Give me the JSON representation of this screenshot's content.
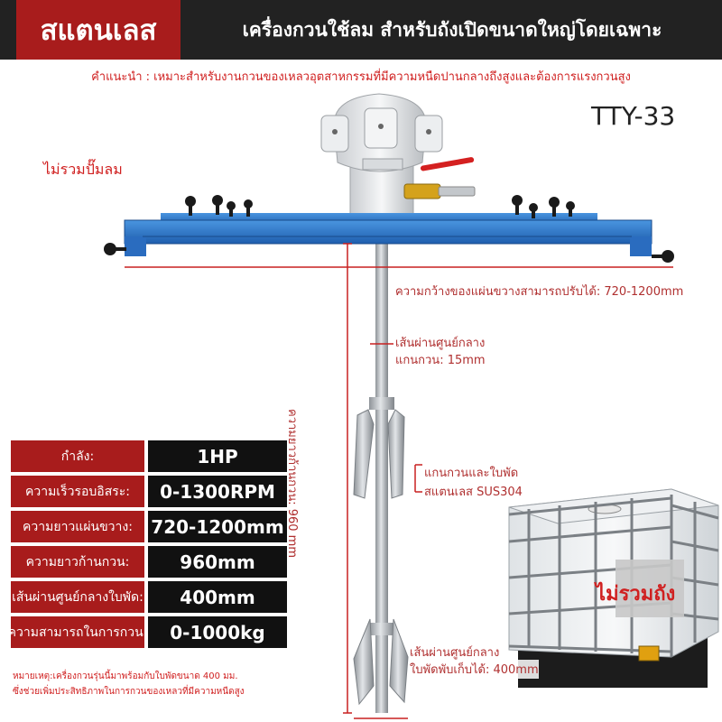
{
  "header": {
    "tag": "สแตนเลส",
    "title": "เครื่องกวนใช้ลม สำหรับถังเปิดขนาดใหญ่โดยเฉพาะ"
  },
  "advice": "คำแนะนำ : เหมาะสำหรับงานกวนของเหลวอุตสาหกรรมที่มีความหนืดปานกลางถึงสูงและต้องการแรงกวนสูง",
  "model": "TTY-33",
  "no_pump": "ไม่รวมปั๊มลม",
  "no_tank": "ไม่รวมถัง",
  "annotations": {
    "plate_width": "ความกว้างของแผ่นขวางสามารถปรับได้: 720-1200mm",
    "shaft_dia_line1": "เส้นผ่านศูนย์กลาง",
    "shaft_dia_line2": "แกนกวน: 15mm",
    "blade_line1": "แกนกวนและใบพัด",
    "blade_line2": "สแตนเลส SUS304",
    "fold_line1": "เส้นผ่านศูนย์กลาง",
    "fold_line2": "ใบพัดพับเก็บได้: 400mm",
    "shaft_length": "ความยาวก้านกวน: 960 mm"
  },
  "specs": [
    {
      "label": "กำลัง:",
      "value": "1HP"
    },
    {
      "label": "ความเร็วรอบอิสระ:",
      "value": "0-1300RPM"
    },
    {
      "label": "ความยาวแผ่นขวาง:",
      "value": "720-1200mm"
    },
    {
      "label": "ความยาวก้านกวน:",
      "value": "960mm"
    },
    {
      "label": "เส้นผ่านศูนย์กลางใบพัด:",
      "value": "400mm"
    },
    {
      "label": "ความสามารถในการกวน:",
      "value": "0-1000kg"
    }
  ],
  "footnote": {
    "line1": "หมายเหตุ:เครื่องกวนรุ่นนี้มาพร้อมกับใบพัดขนาด 400 มม.",
    "line2": "ซึ่งช่วยเพิ่มประสิทธิภาพในการกวนของเหลวที่มีความหนืดสูง"
  },
  "colors": {
    "accent_red": "#a81c1c",
    "header_dark": "#222222",
    "bar_blue": "#2f7bd0",
    "steel": "#b5b9bd"
  }
}
